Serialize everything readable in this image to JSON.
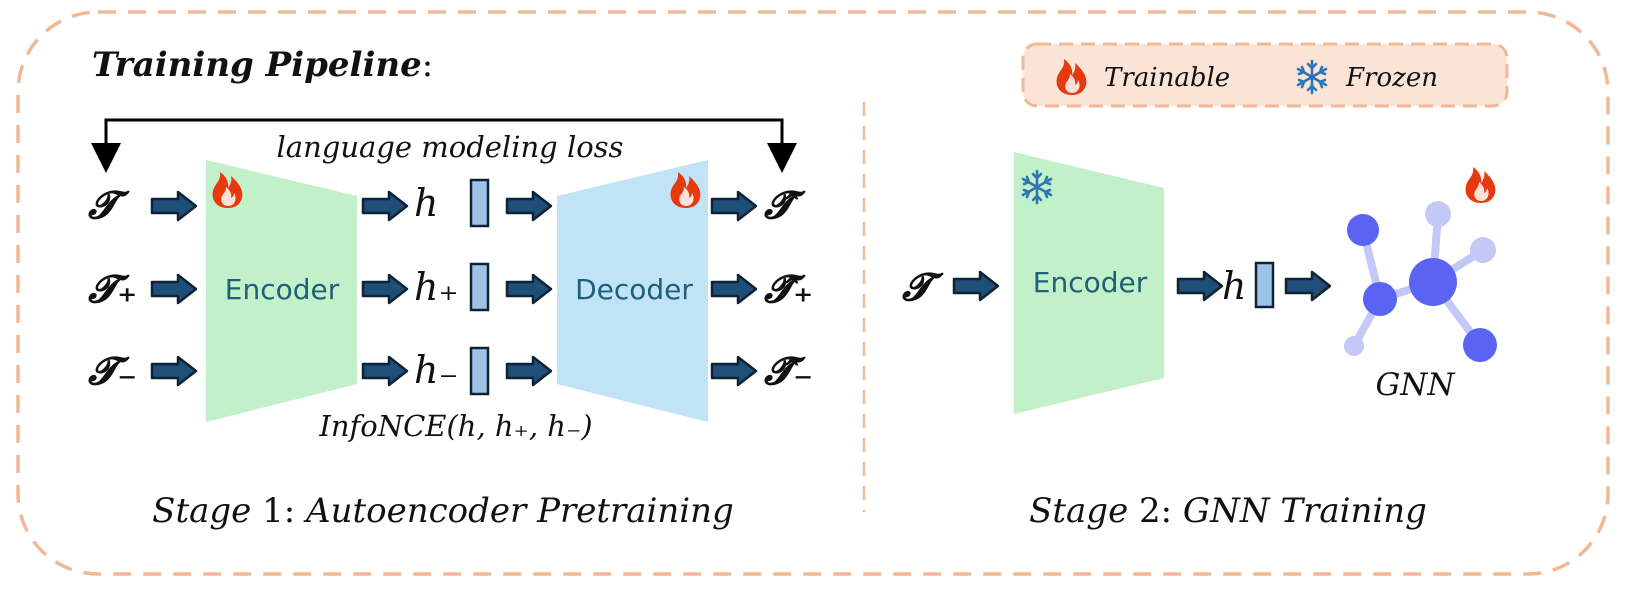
{
  "title": {
    "bold": "Training Pipeline",
    "colon": ":"
  },
  "legend": {
    "trainable": "Trainable",
    "frozen": "Frozen"
  },
  "stage1": {
    "loss_label": "language modeling loss",
    "inputs": [
      "𝓣",
      "𝓣₊",
      "𝓣₋"
    ],
    "encoder_label": "Encoder",
    "hidden": [
      "h",
      "h₊",
      "h₋"
    ],
    "decoder_label": "Decoder",
    "outputs": [
      "𝓣̂",
      "𝓣̂₊",
      "𝓣̂₋"
    ],
    "infonce": "InfoNCE(h, h₊, h₋)",
    "caption_prefix": "Stage",
    "caption_num": "1:",
    "caption_name": "Autoencoder Pretraining"
  },
  "stage2": {
    "input": "𝓣",
    "encoder_label": "Encoder",
    "hidden": "h",
    "gnn_label": "GNN",
    "caption_prefix": "Stage",
    "caption_num": "2:",
    "caption_name": "GNN Training"
  },
  "colors": {
    "border": "#f2b896",
    "legend_fill": "#fbe3d6",
    "encoder_fill": "#c2f0c8",
    "decoder_fill": "#c0e4f5",
    "arrow_fill": "#1f4e79",
    "vector_fill": "#9dc3e6",
    "flame": "#e8390e",
    "snow": "#2e75b6",
    "gnn_dark": "#5b63f2",
    "gnn_light": "#c4c8f7",
    "text": "#111111",
    "module_text": "#1f5f7a"
  }
}
